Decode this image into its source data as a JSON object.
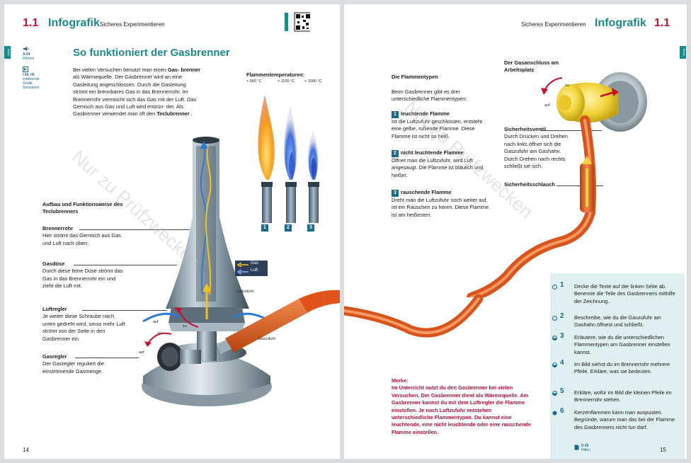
{
  "left_page": {
    "chapter": "1.1",
    "header_title": "Infografik",
    "header_subtitle": "Sicheres Experimentieren",
    "sidebar_tab": "Basis",
    "margin_audio": "A 04",
    "margin_audio_label": "Hörtext",
    "margin_digital": "I 04, 05",
    "margin_digital_label": "erklärende Grafik, Simulation",
    "heading": "So funktioniert der Gasbrenner",
    "intro": [
      {
        "text": "Bei vielen Versuchen benutzt man einen ",
        "bold": false
      },
      {
        "text": "Gas-",
        "bold": true
      },
      {
        "text": "brenner",
        "bold": true
      },
      {
        "text": " als Wärmequelle. Der Gasbrenner",
        "bold": false
      },
      {
        "text": "wird an eine Gasleitung angeschlossen.",
        "bold": false
      },
      {
        "text": "Durch die Gasleitung strömt ein brennbares",
        "bold": false
      },
      {
        "text": "Gas in das Brennerrohr. Im Brennerrohr",
        "bold": false
      },
      {
        "text": "vermischt sich das Gas mit der Luft.",
        "bold": false
      },
      {
        "text": "Das Gemisch aus Gas und Luft wird entzün-",
        "bold": false
      },
      {
        "text": "det. Als Gasbrenner verwendet man oft den",
        "bold": false
      },
      {
        "text": "Teclubrenner",
        "bold": true
      },
      {
        "text": ".",
        "bold": false
      }
    ],
    "flame_temps_title": "Flammentemperaturen:",
    "flame_temps": [
      "< 900 °C",
      "< 1100 °C",
      "< 1500 °C"
    ],
    "flame_numbers": [
      "1",
      "2",
      "3"
    ],
    "structure_heading": "Aufbau und Funktionsweise des Teclubrenners",
    "parts": [
      {
        "title": "Brennerrohr",
        "text": "Hier strömt das Gemisch aus Gas und Luft nach oben."
      },
      {
        "title": "Gasdüse",
        "text": "Durch diese feine Düse strömt das Gas in das Brennerrohr ein und zieht die Luft mit."
      },
      {
        "title": "Luftregler",
        "text": "Je weiter diese Schraube nach unten gedreht wird, umso mehr Luft strömt von der Seite in den Gasbrenner ein."
      },
      {
        "title": "Gasregler",
        "text": "Der Gasregler reguliert die einströmende Gasmenge."
      }
    ],
    "legend_gas": "Gas",
    "legend_luft": "Luft",
    "label_luftzufuhr": "Luftzufuhr",
    "label_gaszufuhr": "Gaszufuhr",
    "label_zu": "zu",
    "label_auf": "auf",
    "page_number": "14"
  },
  "right_page": {
    "chapter": "1.1",
    "header_title": "Infografik",
    "header_subtitle": "Sicheres Experimentieren",
    "flame_types_heading": "Die Flammentypen",
    "flame_types_intro": "Beim Gasbrenner gibt es drei unterschiedliche Flammentypen:",
    "flame_types": [
      {
        "num": "1",
        "title": "leuchtende Flamme",
        "text": "Ist die Luftzufuhr geschlossen, entsteht eine gelbe, rußende Flamme. Diese Flamme ist nicht so heiß."
      },
      {
        "num": "2",
        "title": "nicht leuchtende Flamme",
        "text": "Öffnet man die Luftzufuhr, wird Luft angesaugt. Die Flamme ist bläulich und heißer."
      },
      {
        "num": "3",
        "title": "rauschende Flamme",
        "text": "Dreht man die Luftzufuhr noch weiter auf, ist ein Rauschen zu hören. Diese Flamme ist am heißesten."
      }
    ],
    "gas_connection_title": "Der Gasanschluss am Arbeitsplatz",
    "safety_valve_title": "Sicherheitsventil",
    "safety_valve_text": "Durch Drücken und Drehen nach links öffnet sich die Gaszufuhr am Gashahn. Durch Drehen nach rechts schließt sie sich.",
    "safety_hose": "Sicherheitsschlauch",
    "label_zu": "zu",
    "label_auf": "auf",
    "merke_title": "Merke:",
    "merke_text": "Im Unterricht nutzt du den Gasbrenner bei vielen Versuchen. Der Gasbrenner dient als Wärmequelle. Am Gasbrenner kannst du mit dem Luftregler die Flamme einstellen. Je nach Luftzufuhr entstehen unterschiedliche Flammentypen. Du kannst eine leuchtende, eine nicht leuchtende oder eine rauschende Flamme einstellen.",
    "tasks": [
      {
        "num": "1",
        "text": "Decke die Texte auf der linken Seite ab. Benenne die Teile des Gasbrenners mithilfe der Zeichnung."
      },
      {
        "num": "2",
        "text": "Beschreibe, wie du die Gaszufuhr am Gashahn öffnest und schließt."
      },
      {
        "num": "3",
        "text": "Erläutere, wie du die unterschiedlichen Flammentypen am Gasbrenner einstellen kannst."
      },
      {
        "num": "4",
        "text": "Im Bild siehst du im Brennerrohr mehrere Pfeile. Erkläre, was sie bedeuten."
      },
      {
        "num": "5",
        "text": "Erkläre, wofür im Bild die kleinen Pfeile im Brennerrohr stehen."
      },
      {
        "num": "6",
        "text": "Kerzenflammen kann man auspusten. Begründe, warum man das bei der Flamme des Gasbrenners nicht tun darf."
      }
    ],
    "help_code": "D 05",
    "help_label": "Hilfen",
    "page_number": "15"
  },
  "watermark": "Nur zu Prüfzwecken",
  "colors": {
    "teal": "#1a8a8c",
    "red": "#c8102e",
    "merke": "#b0103a",
    "task_bg": "#e0eff0",
    "hose": "#e0531a"
  }
}
